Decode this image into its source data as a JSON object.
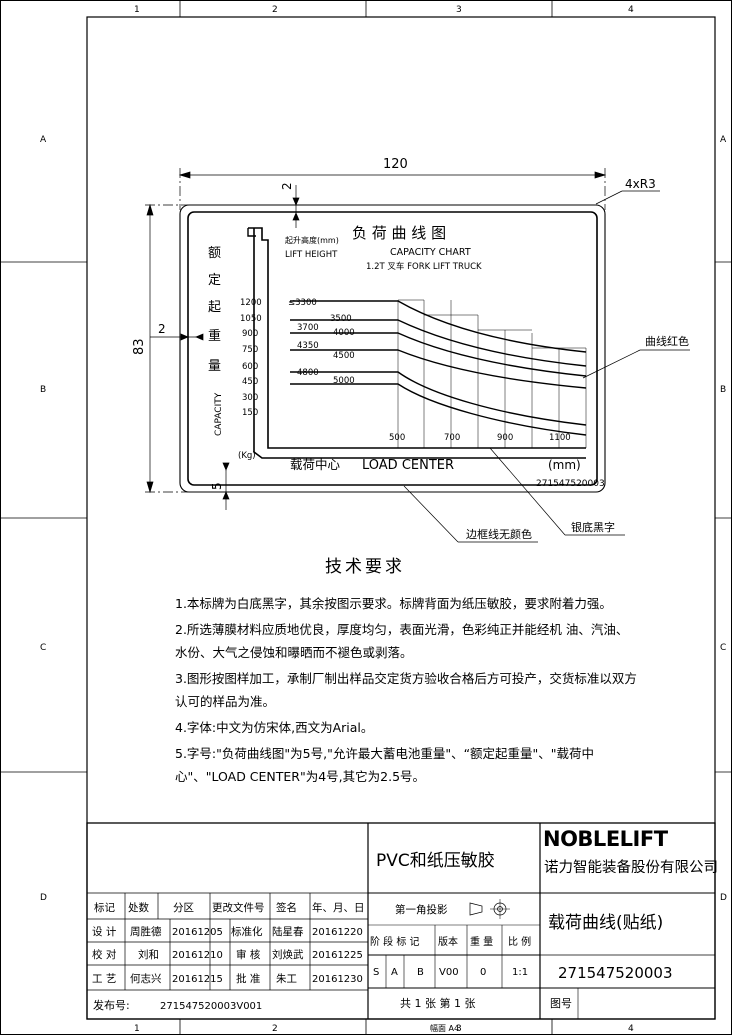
{
  "frame": {
    "columns": [
      "1",
      "2",
      "3",
      "4"
    ],
    "rows": [
      "A",
      "B",
      "C",
      "D"
    ],
    "sheet_size": "幅面 A4"
  },
  "dimensions": {
    "width": "120",
    "height": "83",
    "corner_radius": "4xR3",
    "top_gap": "2",
    "left_gap": "2",
    "bottom_gap": "5"
  },
  "label": {
    "title_cn": "负 荷 曲 线 图",
    "title_en": "CAPACITY CHART",
    "subtitle": "1.2T 叉车 FORK LIFT TRUCK",
    "lift_height_cn": "起升高度(mm)",
    "lift_height_en": "LIFT HEIGHT",
    "rated_capacity_cn": [
      "额",
      "定",
      "起",
      "重",
      "量"
    ],
    "capacity_en": "CAPACITY",
    "unit_kg": "(Kg)",
    "load_center_cn": "载荷中心",
    "load_center_en": "LOAD CENTER",
    "unit_mm": "(mm)",
    "part_number": "271547520003",
    "y_ticks": [
      "1200",
      "1050",
      "900",
      "750",
      "600",
      "450",
      "300",
      "150"
    ],
    "x_ticks": [
      "500",
      "700",
      "900",
      "1100"
    ],
    "curve_labels": [
      "≤3300",
      "3500",
      "3700",
      "4000",
      "4350",
      "4500",
      "4800",
      "5000"
    ]
  },
  "callouts": {
    "curve_red": "曲线红色",
    "border_no_color": "边框线无颜色",
    "silver_black": "银底黑字"
  },
  "requirements": {
    "title": "技术要求",
    "items": [
      "1.本标牌为白底黑字，其余按图示要求。标牌背面为纸压敏胶，要求附着力强。",
      "2.所选薄膜材料应质地优良，厚度均匀，表面光滑，色彩纯正并能经机 油、汽油、水份、大气之侵蚀和曝晒而不褪色或剥落。",
      "3.图形按图样加工，承制厂制出样品交定货方验收合格后方可投产，交货标准以双方认可的样品为准。",
      "4.字体:中文为仿宋体,西文为Arial。",
      "5.字号:\"负荷曲线图\"为5号,\"允许最大蓄电池重量\"、“额定起重量\"、\"载荷中心\"、\"LOAD CENTER\"为4号,其它为2.5号。"
    ]
  },
  "title_block": {
    "material": "PVC和纸压敏胶",
    "brand": "NOBLELIFT",
    "company": "诺力智能装备股份有限公司",
    "drawing_name": "载荷曲线(贴纸)",
    "drawing_number": "271547520003",
    "projection": "第一角投影",
    "header_row": [
      "标记",
      "处数",
      "分区",
      "更改文件号",
      "签名",
      "年、月、日"
    ],
    "rows": [
      {
        "role": "设 计",
        "name": "周胜德",
        "date": "20161205",
        "role2": "标准化",
        "name2": "陆星春",
        "date2": "20161220"
      },
      {
        "role": "校 对",
        "name": "刘和",
        "date": "20161210",
        "role2": "审 核",
        "name2": "刘焕武",
        "date2": "20161225"
      },
      {
        "role": "工 艺",
        "name": "何志兴",
        "date": "20161215",
        "role2": "批 准",
        "name2": "朱工",
        "date2": "20161230"
      }
    ],
    "stage_headers": [
      "阶 段 标 记",
      "版本",
      "重 量",
      "比 例"
    ],
    "stage_values": [
      "S",
      "A",
      "B",
      "V00",
      "0",
      "1:1"
    ],
    "sheets": "共 1 张   第 1 张",
    "figure_no": "图号",
    "issue_label": "发布号:",
    "issue_number": "271547520003V001"
  }
}
